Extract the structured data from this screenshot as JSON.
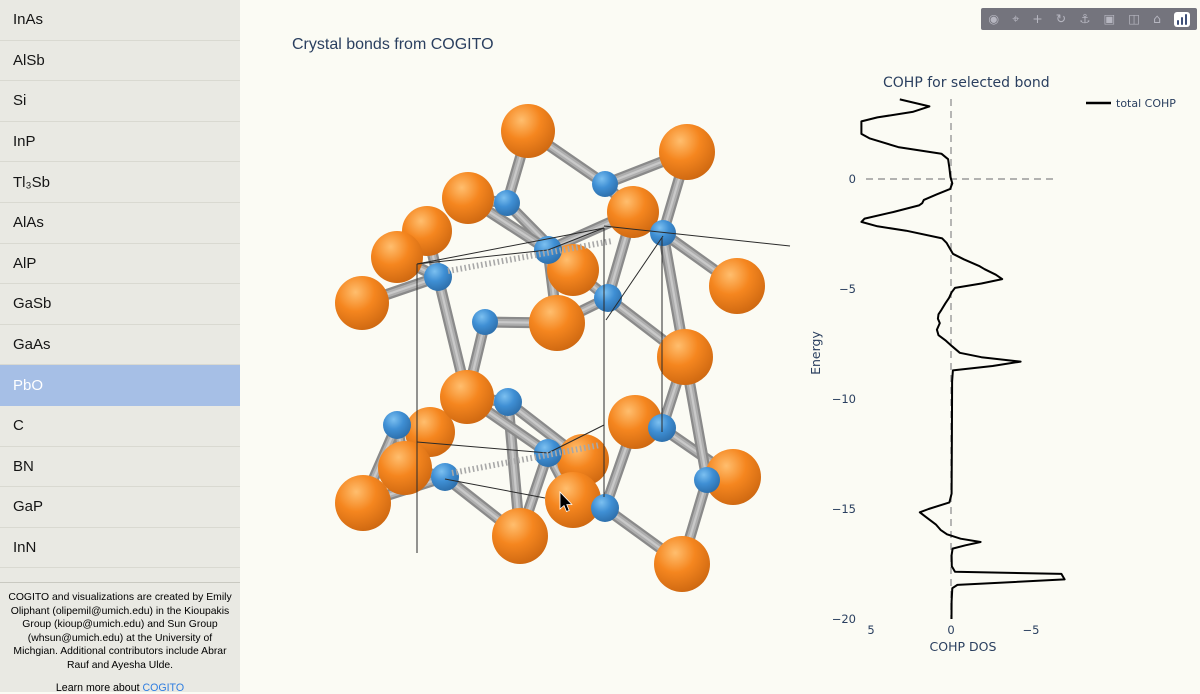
{
  "sidebar": {
    "items": [
      {
        "label": "InAs",
        "selected": false
      },
      {
        "label": "AlSb",
        "selected": false
      },
      {
        "label": "Si",
        "selected": false
      },
      {
        "label": "InP",
        "selected": false
      },
      {
        "label": "Tl₃Sb",
        "selected": false
      },
      {
        "label": "AlAs",
        "selected": false
      },
      {
        "label": "AlP",
        "selected": false
      },
      {
        "label": "GaSb",
        "selected": false
      },
      {
        "label": "GaAs",
        "selected": false
      },
      {
        "label": "PbO",
        "selected": true
      },
      {
        "label": "C",
        "selected": false
      },
      {
        "label": "BN",
        "selected": false
      },
      {
        "label": "GaP",
        "selected": false
      },
      {
        "label": "InN",
        "selected": false
      }
    ],
    "selected_bg": "#a6bfe6",
    "footer_text": "COGITO and visualizations are created by Emily Oliphant (olipemil@umich.edu) in the Kioupakis Group (kioup@umich.edu) and Sun Group (whsun@umich.edu) at the University of Michgian. Additional contributors include Abrar Rauf and Ayesha Ulde.",
    "footer_link_prefix": "Learn more about ",
    "footer_link_label": "COGITO",
    "footer_link_color": "#2e7de0"
  },
  "main": {
    "title": "Crystal bonds from COGITO"
  },
  "modebar": {
    "buttons": [
      {
        "name": "camera-icon",
        "glyph": "◉"
      },
      {
        "name": "zoom-icon",
        "glyph": "⌖"
      },
      {
        "name": "pan-icon",
        "glyph": "+"
      },
      {
        "name": "orbit-rotation-icon",
        "glyph": "↻"
      },
      {
        "name": "turntable-rotation-icon",
        "glyph": "⚓"
      },
      {
        "name": "reset-camera-icon",
        "glyph": "▣"
      },
      {
        "name": "reset-camera-last-icon",
        "glyph": "◫"
      },
      {
        "name": "hover-closest-icon",
        "glyph": "⌂"
      }
    ]
  },
  "scene": {
    "colors": {
      "orange": "#f5861f",
      "orange_light": "#ffbe6e",
      "orange_dark": "#c9640f",
      "blue": "#3f8fd4",
      "blue_light": "#7cc0f0",
      "blue_dark": "#2a6aa5",
      "bond": "#8a8a8a",
      "bond_mid": "#aeaeae",
      "bond_light": "#c9c9c9",
      "cell_line": "#2a2a2a",
      "dotted": "#a8a8a8"
    },
    "orange_atoms": [
      [
        427,
        231,
        25
      ],
      [
        468,
        198,
        26
      ],
      [
        528,
        131,
        27
      ],
      [
        687,
        152,
        28
      ],
      [
        633,
        212,
        26
      ],
      [
        397,
        257,
        26
      ],
      [
        362,
        303,
        27
      ],
      [
        573,
        270,
        26
      ],
      [
        737,
        286,
        28
      ],
      [
        685,
        357,
        28
      ],
      [
        557,
        323,
        28
      ],
      [
        430,
        432,
        25
      ],
      [
        467,
        397,
        27
      ],
      [
        405,
        468,
        27
      ],
      [
        363,
        503,
        28
      ],
      [
        635,
        422,
        27
      ],
      [
        583,
        460,
        26
      ],
      [
        733,
        477,
        28
      ],
      [
        573,
        500,
        28
      ],
      [
        520,
        536,
        28
      ],
      [
        682,
        564,
        28
      ]
    ],
    "blue_atoms": [
      [
        507,
        203,
        13
      ],
      [
        605,
        184,
        13
      ],
      [
        548,
        250,
        14
      ],
      [
        438,
        277,
        14
      ],
      [
        663,
        233,
        13
      ],
      [
        608,
        298,
        14
      ],
      [
        485,
        322,
        13
      ],
      [
        397,
        425,
        14
      ],
      [
        508,
        402,
        14
      ],
      [
        548,
        453,
        14
      ],
      [
        662,
        428,
        14
      ],
      [
        445,
        477,
        14
      ],
      [
        605,
        508,
        14
      ],
      [
        707,
        480,
        13
      ]
    ],
    "bonds": [
      [
        605,
        184,
        528,
        131
      ],
      [
        605,
        184,
        687,
        152
      ],
      [
        605,
        184,
        633,
        212
      ],
      [
        507,
        203,
        528,
        131
      ],
      [
        507,
        203,
        468,
        198
      ],
      [
        507,
        203,
        573,
        270
      ],
      [
        548,
        250,
        468,
        198
      ],
      [
        548,
        250,
        573,
        270
      ],
      [
        548,
        250,
        633,
        212
      ],
      [
        548,
        250,
        557,
        323
      ],
      [
        438,
        277,
        427,
        231
      ],
      [
        438,
        277,
        397,
        257
      ],
      [
        438,
        277,
        362,
        303
      ],
      [
        438,
        277,
        467,
        397
      ],
      [
        663,
        233,
        687,
        152
      ],
      [
        663,
        233,
        633,
        212
      ],
      [
        663,
        233,
        737,
        286
      ],
      [
        663,
        233,
        685,
        357
      ],
      [
        608,
        298,
        573,
        270
      ],
      [
        608,
        298,
        557,
        323
      ],
      [
        608,
        298,
        685,
        357
      ],
      [
        608,
        298,
        633,
        212
      ],
      [
        485,
        322,
        557,
        323
      ],
      [
        485,
        322,
        467,
        397
      ],
      [
        508,
        402,
        467,
        397
      ],
      [
        508,
        402,
        583,
        460
      ],
      [
        508,
        402,
        520,
        536
      ],
      [
        397,
        425,
        430,
        432
      ],
      [
        397,
        425,
        405,
        468
      ],
      [
        397,
        425,
        363,
        503
      ],
      [
        548,
        453,
        583,
        460
      ],
      [
        548,
        453,
        573,
        500
      ],
      [
        548,
        453,
        520,
        536
      ],
      [
        548,
        453,
        467,
        397
      ],
      [
        662,
        428,
        635,
        422
      ],
      [
        662,
        428,
        733,
        477
      ],
      [
        662,
        428,
        685,
        357
      ],
      [
        445,
        477,
        405,
        468
      ],
      [
        445,
        477,
        363,
        503
      ],
      [
        445,
        477,
        520,
        536
      ],
      [
        605,
        508,
        573,
        500
      ],
      [
        605,
        508,
        682,
        564
      ],
      [
        605,
        508,
        635,
        422
      ],
      [
        707,
        480,
        733,
        477
      ],
      [
        707,
        480,
        682,
        564
      ],
      [
        707,
        480,
        685,
        357
      ]
    ],
    "cell_lines": [
      [
        417,
        264,
        417,
        553
      ],
      [
        604,
        228,
        604,
        497
      ],
      [
        662,
        238,
        662,
        432
      ],
      [
        417,
        264,
        604,
        228
      ],
      [
        604,
        226,
        790,
        246
      ],
      [
        548,
        250,
        417,
        264
      ],
      [
        548,
        250,
        604,
        228
      ],
      [
        548,
        453,
        417,
        442
      ],
      [
        445,
        479,
        545,
        498
      ],
      [
        663,
        236,
        606,
        320
      ],
      [
        604,
        425,
        548,
        453
      ]
    ],
    "dotted_bonds": [
      [
        448,
        271,
        612,
        241
      ],
      [
        452,
        473,
        600,
        445
      ]
    ]
  },
  "chart_data": {
    "type": "line",
    "title": "COHP for selected bond",
    "xlabel": "COHP DOS",
    "ylabel": "Energy",
    "x_ticks": [
      5,
      0,
      -5
    ],
    "y_ticks": [
      0,
      -5,
      -10,
      -15,
      -20
    ],
    "x_range": [
      5.6,
      -7.2
    ],
    "y_range": [
      3.64,
      -20.0
    ],
    "x_axis_reversed": true,
    "grid": false,
    "zero_lines_dashed": true,
    "legend_position": "top-right-outside",
    "line_color": "#000000",
    "dash_color": "#999999",
    "text_color": "#2a3f5f",
    "series": [
      {
        "name": "total COHP",
        "points_energy_cohp": [
          [
            3.62,
            3.2
          ],
          [
            3.3,
            1.35
          ],
          [
            3.05,
            2.4
          ],
          [
            2.8,
            4.6
          ],
          [
            2.62,
            5.6
          ],
          [
            2.05,
            5.6
          ],
          [
            1.85,
            5.1
          ],
          [
            1.45,
            3.3
          ],
          [
            1.15,
            0.6
          ],
          [
            0.9,
            0.18
          ],
          [
            0.5,
            0.1
          ],
          [
            0.1,
            0.04
          ],
          [
            -0.2,
            -0.08
          ],
          [
            -0.45,
            0.05
          ],
          [
            -0.7,
            0.9
          ],
          [
            -0.95,
            1.7
          ],
          [
            -1.1,
            1.8
          ],
          [
            -1.2,
            2.0
          ],
          [
            -1.5,
            3.6
          ],
          [
            -1.8,
            5.4
          ],
          [
            -1.95,
            5.6
          ],
          [
            -2.15,
            4.6
          ],
          [
            -2.35,
            2.8
          ],
          [
            -2.7,
            0.55
          ],
          [
            -2.9,
            0.28
          ],
          [
            -3.15,
            0.08
          ],
          [
            -3.4,
            -0.12
          ],
          [
            -3.65,
            -0.8
          ],
          [
            -3.95,
            -1.75
          ],
          [
            -4.1,
            -2.1
          ],
          [
            -4.35,
            -2.8
          ],
          [
            -4.55,
            -3.2
          ],
          [
            -4.75,
            -1.9
          ],
          [
            -4.95,
            -0.25
          ],
          [
            -5.15,
            -0.04
          ],
          [
            -5.4,
            0.12
          ],
          [
            -5.65,
            0.35
          ],
          [
            -5.95,
            0.6
          ],
          [
            -6.15,
            0.78
          ],
          [
            -6.35,
            0.82
          ],
          [
            -6.55,
            0.7
          ],
          [
            -6.85,
            0.88
          ],
          [
            -7.1,
            0.78
          ],
          [
            -7.35,
            0.32
          ],
          [
            -7.6,
            -0.06
          ],
          [
            -7.9,
            -0.55
          ],
          [
            -8.1,
            -1.9
          ],
          [
            -8.3,
            -4.35
          ],
          [
            -8.5,
            -2.6
          ],
          [
            -8.7,
            -0.12
          ],
          [
            -9.2,
            -0.07
          ],
          [
            -10.5,
            -0.06
          ],
          [
            -12.5,
            -0.05
          ],
          [
            -14.3,
            -0.04
          ],
          [
            -14.7,
            0.1
          ],
          [
            -15.0,
            1.4
          ],
          [
            -15.15,
            1.95
          ],
          [
            -15.4,
            1.5
          ],
          [
            -15.7,
            0.95
          ],
          [
            -15.95,
            0.65
          ],
          [
            -16.15,
            0.25
          ],
          [
            -16.35,
            -0.6
          ],
          [
            -16.5,
            -1.85
          ],
          [
            -16.65,
            -0.9
          ],
          [
            -16.8,
            -0.1
          ],
          [
            -17.1,
            -0.04
          ],
          [
            -17.6,
            -0.05
          ],
          [
            -17.85,
            -0.25
          ],
          [
            -17.95,
            -6.9
          ],
          [
            -18.2,
            -7.1
          ],
          [
            -18.45,
            -0.4
          ],
          [
            -18.6,
            -0.08
          ],
          [
            -19.2,
            -0.04
          ],
          [
            -20.0,
            -0.03
          ]
        ]
      }
    ]
  }
}
